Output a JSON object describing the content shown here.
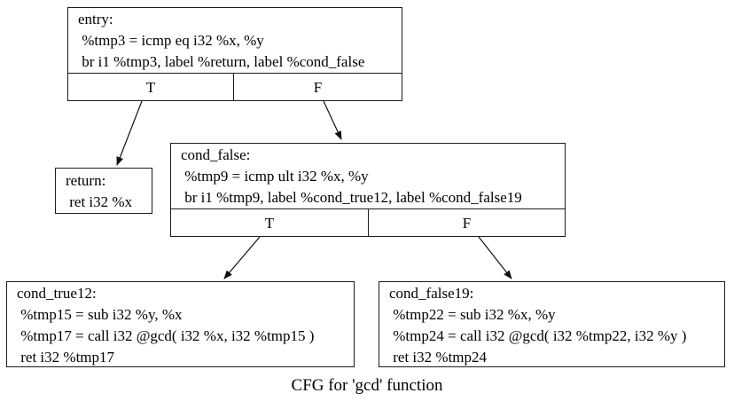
{
  "graph": {
    "caption": "CFG for 'gcd' function",
    "colors": {
      "background": "#ffffff",
      "node_fill": "#ffffff",
      "stroke": "#1c1c1c",
      "text": "#000000"
    },
    "nodes": {
      "entry": {
        "title": "entry:",
        "lines": [
          " %tmp3 = icmp eq i32 %x, %y",
          " br i1 %tmp3, label %return, label %cond_false"
        ],
        "branch_true": "T",
        "branch_false": "F"
      },
      "return": {
        "title": "return:",
        "lines": [
          " ret i32 %x"
        ]
      },
      "cond_false": {
        "title": "cond_false:",
        "lines": [
          " %tmp9 = icmp ult i32 %x, %y",
          " br i1 %tmp9, label %cond_true12, label %cond_false19"
        ],
        "branch_true": "T",
        "branch_false": "F"
      },
      "cond_true12": {
        "title": "cond_true12:",
        "lines": [
          " %tmp15 = sub i32 %y, %x",
          " %tmp17 = call i32 @gcd( i32 %x, i32 %tmp15 )",
          " ret i32 %tmp17"
        ]
      },
      "cond_false19": {
        "title": "cond_false19:",
        "lines": [
          " %tmp22 = sub i32 %x, %y",
          " %tmp24 = call i32 @gcd( i32 %tmp22, i32 %y )",
          " ret i32 %tmp24"
        ]
      }
    },
    "edges": [
      {
        "from": "entry",
        "branch": "T",
        "to": "return"
      },
      {
        "from": "entry",
        "branch": "F",
        "to": "cond_false"
      },
      {
        "from": "cond_false",
        "branch": "T",
        "to": "cond_true12"
      },
      {
        "from": "cond_false",
        "branch": "F",
        "to": "cond_false19"
      }
    ]
  }
}
